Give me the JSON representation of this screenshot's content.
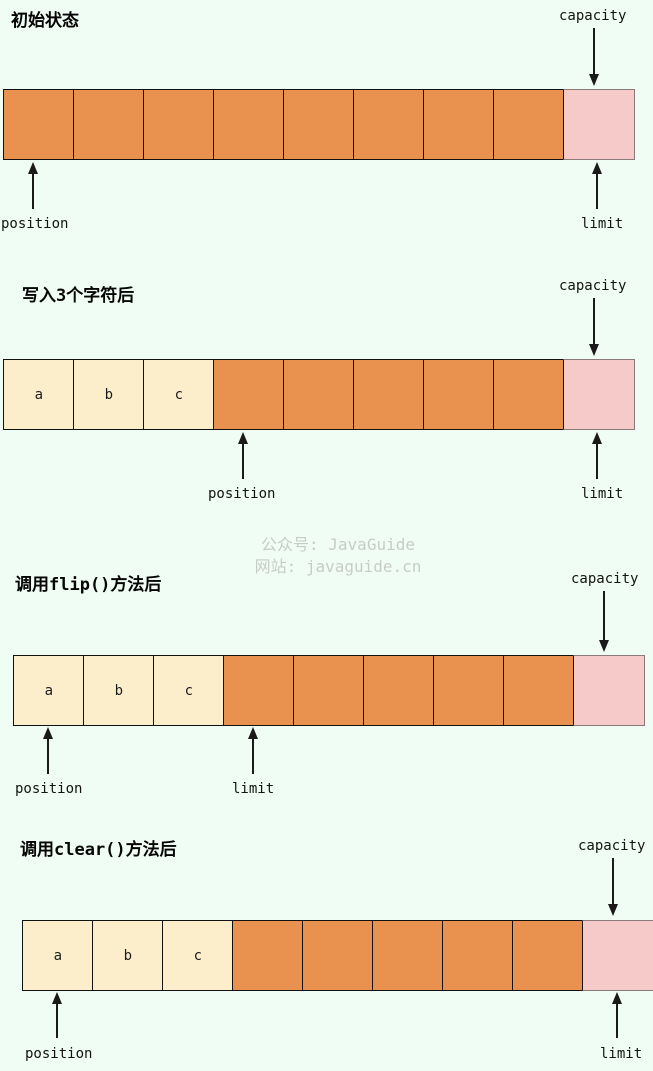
{
  "colors": {
    "background": "#f0fdf4",
    "orange": "#e9914e",
    "cream": "#fdeecb",
    "pink": "#f6cac9",
    "border": "#111111",
    "pink_border": "#8a7a7a",
    "arrow": "#1a1a1a",
    "watermark": "#c8ccc8"
  },
  "labels": {
    "position": "position",
    "limit": "limit",
    "capacity": "capacity"
  },
  "watermark": {
    "line1": "公众号: JavaGuide",
    "line2": "网站: javaguide.cn"
  },
  "sections": [
    {
      "title": "初始状态",
      "cells": [
        {
          "fill": "orange",
          "label": ""
        },
        {
          "fill": "orange",
          "label": ""
        },
        {
          "fill": "orange",
          "label": ""
        },
        {
          "fill": "orange",
          "label": ""
        },
        {
          "fill": "orange",
          "label": ""
        },
        {
          "fill": "orange",
          "label": ""
        },
        {
          "fill": "orange",
          "label": ""
        },
        {
          "fill": "orange",
          "label": ""
        },
        {
          "fill": "pink",
          "label": ""
        }
      ]
    },
    {
      "title": "写入3个字符后",
      "cells": [
        {
          "fill": "cream",
          "label": "a"
        },
        {
          "fill": "cream",
          "label": "b"
        },
        {
          "fill": "cream",
          "label": "c"
        },
        {
          "fill": "orange",
          "label": ""
        },
        {
          "fill": "orange",
          "label": ""
        },
        {
          "fill": "orange",
          "label": ""
        },
        {
          "fill": "orange",
          "label": ""
        },
        {
          "fill": "orange",
          "label": ""
        },
        {
          "fill": "pink",
          "label": ""
        }
      ]
    },
    {
      "title": "调用flip()方法后",
      "cells": [
        {
          "fill": "cream",
          "label": "a"
        },
        {
          "fill": "cream",
          "label": "b"
        },
        {
          "fill": "cream",
          "label": "c"
        },
        {
          "fill": "orange",
          "label": ""
        },
        {
          "fill": "orange",
          "label": ""
        },
        {
          "fill": "orange",
          "label": ""
        },
        {
          "fill": "orange",
          "label": ""
        },
        {
          "fill": "orange",
          "label": ""
        },
        {
          "fill": "pink",
          "label": ""
        }
      ]
    },
    {
      "title": "调用clear()方法后",
      "cells": [
        {
          "fill": "cream",
          "label": "a"
        },
        {
          "fill": "cream",
          "label": "b"
        },
        {
          "fill": "cream",
          "label": "c"
        },
        {
          "fill": "orange",
          "label": ""
        },
        {
          "fill": "orange",
          "label": ""
        },
        {
          "fill": "orange",
          "label": ""
        },
        {
          "fill": "orange",
          "label": ""
        },
        {
          "fill": "orange",
          "label": ""
        },
        {
          "fill": "pink",
          "label": ""
        }
      ]
    }
  ]
}
